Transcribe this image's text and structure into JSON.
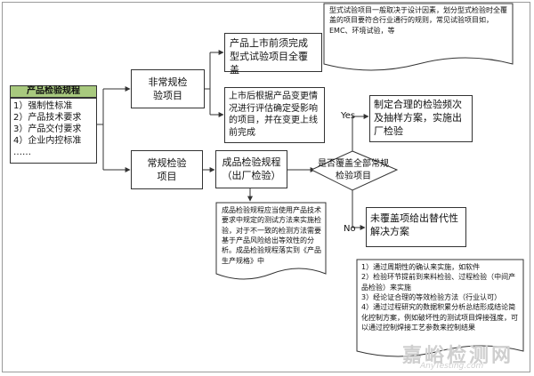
{
  "standards": {
    "title": "产品检验规程",
    "items": [
      "1）强制性标准",
      "2）产品技术要求",
      "3）产品交付要求",
      "4）企业内控标准"
    ],
    "ellipsis": "……"
  },
  "non_routine": {
    "label": "非常规检验项目",
    "type_test": "产品上市前须完成型式试验项目全覆盖",
    "post_market": "上市后根据产品变更情况进行评估确定受影响的项目，并在变更上线前完成"
  },
  "routine": {
    "label": "常规检验项目",
    "procedure": "成品检验规程（出厂检验）"
  },
  "decision": {
    "question": "是否覆盖全部常规检验项目",
    "yes": "Yes",
    "no": "No"
  },
  "outcomes": {
    "yes_box": "制定合理的检验频次及抽样方案，实施出厂检验",
    "no_box": "未覆盖项给出替代性解决方案"
  },
  "notes": {
    "top_right": "型式试验项目一般取决于设计因素，划分型式检验时全覆盖的项目要符合行业通行的规则，常见试验项目如，EMC、环境试验，等",
    "middle_left": "成品检验规程应当使用产品技术要求中规定的测试方法来实施检验，对于不一致的检测方法需要基于产品风险给出等效性的分析。成品检验规程落实到《产品生产规格》中",
    "bottom_right": "1）通过周期性的确认来实施，如软件\n2）检验环节提前到来料检验、过程检验（中间产品检验）来实施\n3）经论证合理的等效检验方法（行业认可）\n4）通过过程研究的数据积累分析总结形成结论简化控制方案，例如破坏性的测试项目焊接强度，可以通过控制焊接工艺参数来控制结果"
  },
  "watermark": {
    "cn": "嘉峪检测网",
    "en": "AnyTesting.com"
  }
}
